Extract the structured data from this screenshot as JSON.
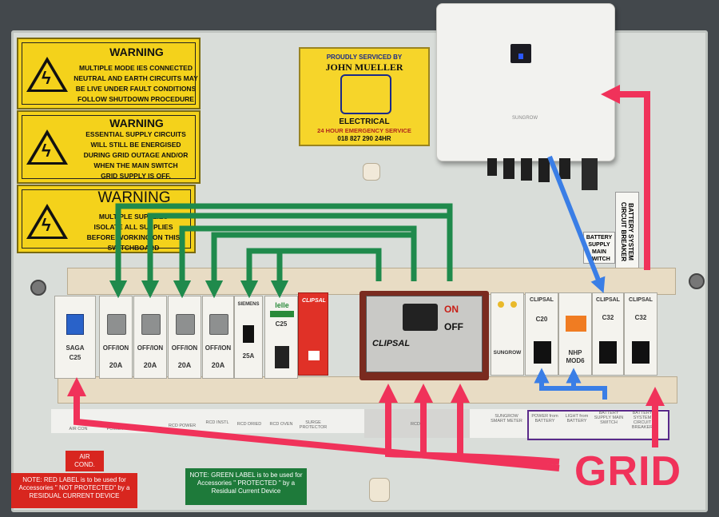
{
  "warning_signs": [
    {
      "title": "WARNING",
      "lines": [
        "MULTIPLE MODE IES CONNECTED",
        "NEUTRAL AND EARTH CIRCUITS MAY",
        "BE LIVE UNDER FAULT CONDITIONS",
        "FOLLOW SHUTDOWN PROCEDURE"
      ]
    },
    {
      "title": "WARNING",
      "lines": [
        "ESSENTIAL SUPPLY CIRCUITS",
        "WILL STILL BE ENERGISED",
        "DURING GRID OUTAGE AND/OR",
        "WHEN THE MAIN SWITCH",
        "GRID SUPPLY IS OFF."
      ]
    },
    {
      "title": "WARNING",
      "lines": [
        "MULTIPLE SUPPLIES",
        "ISOLATE ALL SUPPLIES",
        "BEFORE WORKING ON THIS",
        "SWITCHBOARD"
      ]
    }
  ],
  "service_label": {
    "line1": "PROUDLY SERVICED BY",
    "name": "JOHN MUELLER",
    "trade": "ELECTRICAL",
    "tagline": "24 HOUR EMERGENCY SERVICE",
    "phone": "018 827 290 24HR"
  },
  "inverter": {
    "brand": "SUNGROW"
  },
  "battery_labels": {
    "breaker": "BATTERY SYSTEM CIRCUIT BREAKER",
    "main_switch": [
      "BATTERY",
      "SUPPLY",
      "MAIN",
      "SWITCH"
    ]
  },
  "breakers": [
    {
      "brand": "SAGA",
      "rating": "C25",
      "under": "AIR CON"
    },
    {
      "brand": "OFF/ION",
      "rating": "20A",
      "under": "POWER"
    },
    {
      "brand": "OFF/ION",
      "rating": "20A",
      "under": "RCD LIGHTS"
    },
    {
      "brand": "OFF/ION",
      "rating": "20A",
      "under": "RCD POWER"
    },
    {
      "brand": "OFF/ION",
      "rating": "20A",
      "under": "RCD INSTL"
    },
    {
      "brand": "SIEMENS",
      "rating": "25A",
      "under": "RCD DRIED"
    },
    {
      "brand": "lelle",
      "rating": "C25",
      "under": "RCD OVEN"
    },
    {
      "brand": "CLIPSAL",
      "rating": "",
      "under": "SURGE PROTECTOR"
    }
  ],
  "main_switch": {
    "brand": "CLIPSAL",
    "on": "ON",
    "off": "OFF",
    "under": "RCD"
  },
  "right_breakers": [
    {
      "brand": "SUNGROW",
      "under": "SUNGROW SMART METER"
    },
    {
      "brand": "CLIPSAL",
      "rating": "C20",
      "under": "POWER from BATTERY"
    },
    {
      "brand": "NHP",
      "rating": "MOD6",
      "under": "LIGHT from BATTERY"
    },
    {
      "brand": "CLIPSAL",
      "rating": "C32",
      "under": "BATTERY SUPPLY MAIN SWITCH"
    },
    {
      "brand": "CLIPSAL",
      "rating": "C32",
      "under": "BATTERY SYSTEM CIRCUIT BREAKER"
    }
  ],
  "bottom_labels": {
    "air_cond": [
      "AIR",
      "COND."
    ],
    "red_note": "NOTE: RED LABEL is to be used for Accessories \" NOT PROTECTED\" by a RESIDUAL CURRENT DEVICE",
    "green_note": "NOTE: GREEN LABEL is to be used for Accessories \" PROTECTED \" by a Residual Current Device"
  },
  "annotation": {
    "grid": "GRID"
  },
  "colors": {
    "green_arrow": "#1f8a4c",
    "blue_arrow": "#3a7ee6",
    "pink_arrow": "#f0325a",
    "warning_yellow": "#f4d21b"
  }
}
